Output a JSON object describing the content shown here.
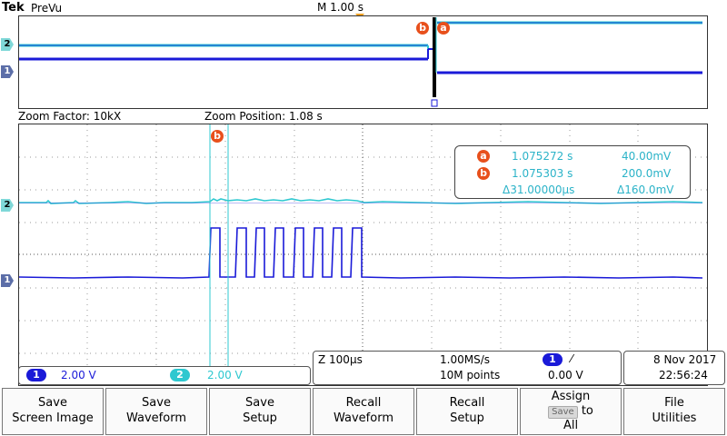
{
  "header": {
    "brand": "Tek",
    "mode": "PreVu",
    "timebase": "M 1.00 s"
  },
  "overview": {
    "ch2_marker": "2",
    "ch1_marker": "1",
    "cursor_b": "b",
    "cursor_a": "a"
  },
  "zoom": {
    "factor_label": "Zoom Factor: 10kX",
    "position_label": "Zoom Position: 1.08 s"
  },
  "cursors": {
    "a_label": "a",
    "a_time": "1.075272 s",
    "a_value": "40.00mV",
    "b_label": "b",
    "b_time": "1.075303 s",
    "b_value": "200.0mV",
    "delta_time": "Δ31.00000µs",
    "delta_value": "Δ160.0mV"
  },
  "channels": {
    "ch1": {
      "id": "1",
      "scale": "2.00 V",
      "color": "#1a1ad8"
    },
    "ch2": {
      "id": "2",
      "scale": "2.00 V",
      "color": "#2ec8d0"
    }
  },
  "acquisition": {
    "zoom_timebase": "Z 100µs",
    "sample_rate": "1.00MS/s",
    "record_length": "10M points",
    "trigger_channel": "1",
    "trigger_slope": "⁄",
    "trigger_level": "0.00 V"
  },
  "datetime": {
    "date": "8 Nov 2017",
    "time": "22:56:24"
  },
  "softkeys": {
    "save_screen": [
      "Save",
      "Screen Image"
    ],
    "save_waveform": [
      "Save",
      "Waveform"
    ],
    "save_setup": [
      "Save",
      "Setup"
    ],
    "recall_waveform": [
      "Recall",
      "Waveform"
    ],
    "recall_setup": [
      "Recall",
      "Setup"
    ],
    "assign": [
      "Assign",
      "Save",
      "to",
      "All"
    ],
    "file_utilities": [
      "File",
      "Utilities"
    ]
  },
  "colors": {
    "ch1": "#1a1ad8",
    "ch2": "#2ec8d0",
    "cursor": "#e8501c",
    "trigger": "#f0a020"
  }
}
